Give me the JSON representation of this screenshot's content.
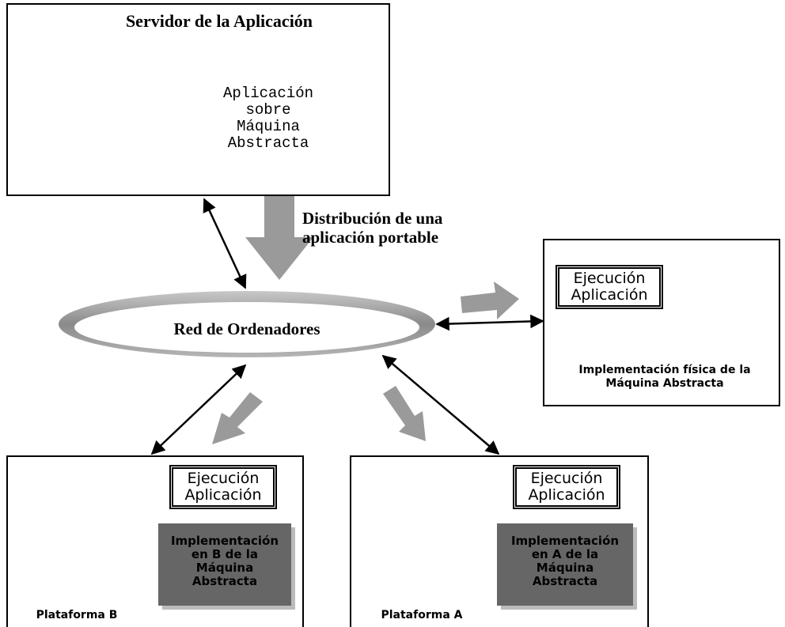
{
  "server": {
    "title": "Servidor de la Aplicación",
    "db_lines": [
      "Aplicación",
      "sobre",
      "Máquina",
      "Abstracta"
    ]
  },
  "distribution_label": [
    "Distribución de una",
    "aplicación portable"
  ],
  "network_label": "Red de Ordenadores",
  "physical": {
    "exec_lines": [
      "Ejecución",
      "Aplicación"
    ],
    "caption_lines": [
      "Implementación física de la",
      "Máquina Abstracta"
    ]
  },
  "platform_b": {
    "exec_lines": [
      "Ejecución",
      "Aplicación"
    ],
    "impl_lines": [
      "Implementación",
      "en B de la",
      "Máquina",
      "Abstracta"
    ],
    "caption": "Plataforma B"
  },
  "platform_a": {
    "exec_lines": [
      "Ejecución",
      "Aplicación"
    ],
    "impl_lines": [
      "Implementación",
      "en A de la",
      "Máquina",
      "Abstracta"
    ],
    "caption": "Plataforma A"
  },
  "colors": {
    "arrow_gray": "#9a9a9a",
    "impl_gray": "#666666",
    "shadow_gray": "#bbbbbb"
  }
}
